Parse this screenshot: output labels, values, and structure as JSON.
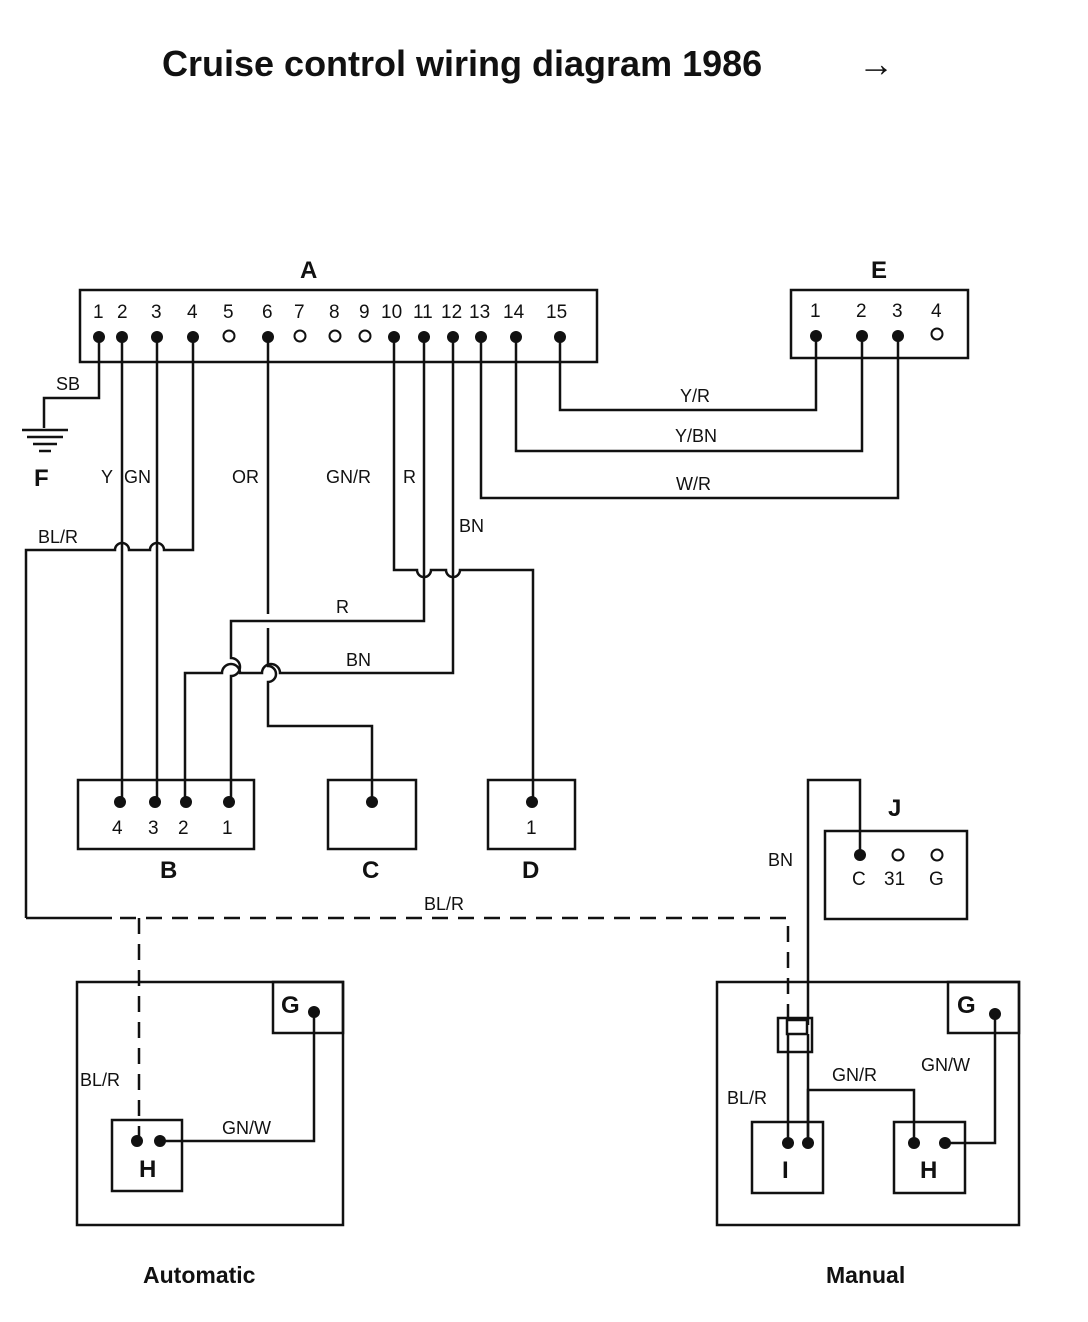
{
  "title": "Cruise control wiring diagram  1986",
  "title_arrow": "→",
  "components": {
    "A": {
      "label": "A",
      "pins": [
        "1",
        "2",
        "3",
        "4",
        "5",
        "6",
        "7",
        "8",
        "9",
        "10",
        "11",
        "12",
        "13",
        "14",
        "15"
      ]
    },
    "B": {
      "label": "B",
      "pins": [
        "4",
        "3",
        "2",
        "1"
      ]
    },
    "C": {
      "label": "C"
    },
    "D": {
      "label": "D",
      "pins": [
        "1"
      ]
    },
    "E": {
      "label": "E",
      "pins": [
        "1",
        "2",
        "3",
        "4"
      ]
    },
    "F": {
      "label": "F"
    },
    "J": {
      "label": "J",
      "pins": [
        "C",
        "31",
        "G"
      ]
    },
    "G_auto": {
      "label": "G"
    },
    "H_auto": {
      "label": "H"
    },
    "G_manual": {
      "label": "G"
    },
    "H_manual": {
      "label": "H"
    },
    "I_manual": {
      "label": "I"
    }
  },
  "wire_labels": {
    "sb": "SB",
    "y": "Y",
    "gn": "GN",
    "or": "OR",
    "gnr_top": "GN/R",
    "r_top": "R",
    "bn_top": "BN",
    "blr_left": "BL/R",
    "r_mid": "R",
    "bn_mid": "BN",
    "yr": "Y/R",
    "ybn": "Y/BN",
    "wr": "W/R",
    "blr_dashed": "BL/R",
    "bn_j": "BN",
    "blr_auto": "BL/R",
    "gnw_auto": "GN/W",
    "blr_manual": "BL/R",
    "gnr_manual": "GN/R",
    "gnw_manual": "GN/W"
  },
  "captions": {
    "automatic": "Automatic",
    "manual": "Manual"
  }
}
